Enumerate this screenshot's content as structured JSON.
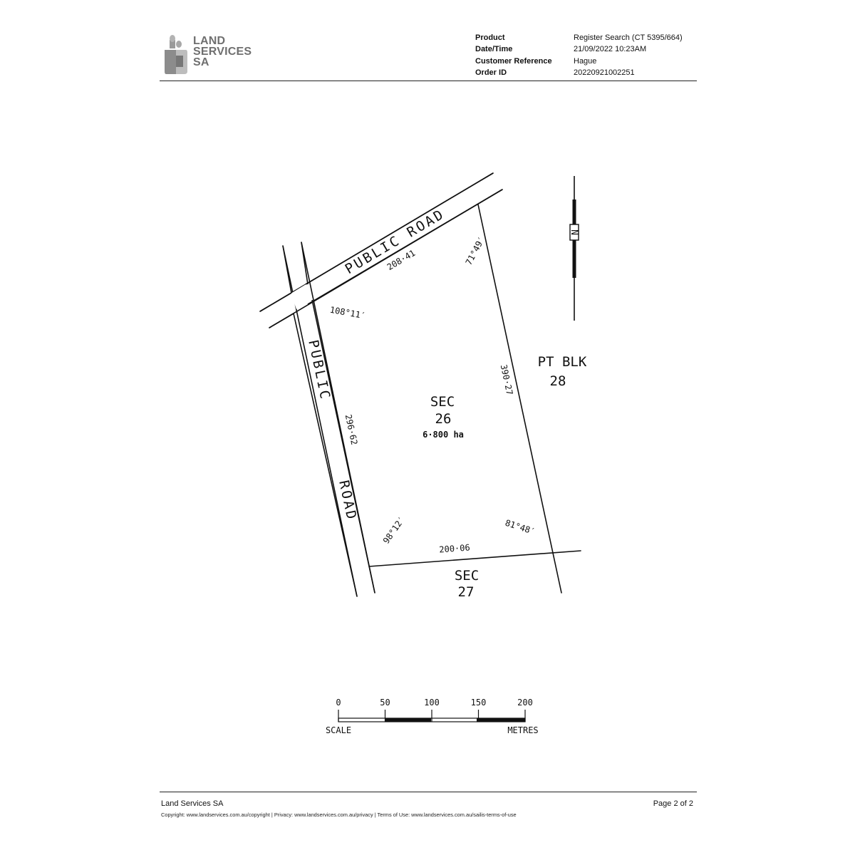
{
  "header": {
    "logo": {
      "line1": "LAND",
      "line2": "SERVICES",
      "line3": "SA"
    },
    "meta": [
      {
        "label": "Product",
        "value": "Register Search (CT 5395/664)"
      },
      {
        "label": "Date/Time",
        "value": "21/09/2022 10:23AM"
      },
      {
        "label": "Customer Reference",
        "value": "Hague"
      },
      {
        "label": "Order ID",
        "value": "20220921002251"
      }
    ]
  },
  "plan": {
    "road_top": "PUBLIC ROAD",
    "road_left_1": "PUBLIC",
    "road_left_2": "ROAD",
    "north_label": "N",
    "neighbour_east": {
      "line1": "PT BLK",
      "line2": "28"
    },
    "neighbour_south": {
      "line1": "SEC",
      "line2": "27"
    },
    "parcel": {
      "line1": "SEC",
      "line2": "26",
      "area": "6·800 ha"
    },
    "dimensions": {
      "top": "208·41",
      "right": "390·27",
      "left": "296·62",
      "bottom": "200·06"
    },
    "angles": {
      "top_left": "108°11′",
      "top_right": "71°49′",
      "bottom_left": "98°12′",
      "bottom_right": "81°48′"
    },
    "scale": {
      "ticks": [
        "0",
        "50",
        "100",
        "150",
        "200"
      ],
      "label_left": "SCALE",
      "label_right": "METRES"
    }
  },
  "footer": {
    "org": "Land Services SA",
    "page": "Page 2 of 2",
    "copyright": "Copyright: www.landservices.com.au/copyright | Privacy: www.landservices.com.au/privacy | Terms of Use: www.landservices.com.au/sailis-terms-of-use"
  }
}
